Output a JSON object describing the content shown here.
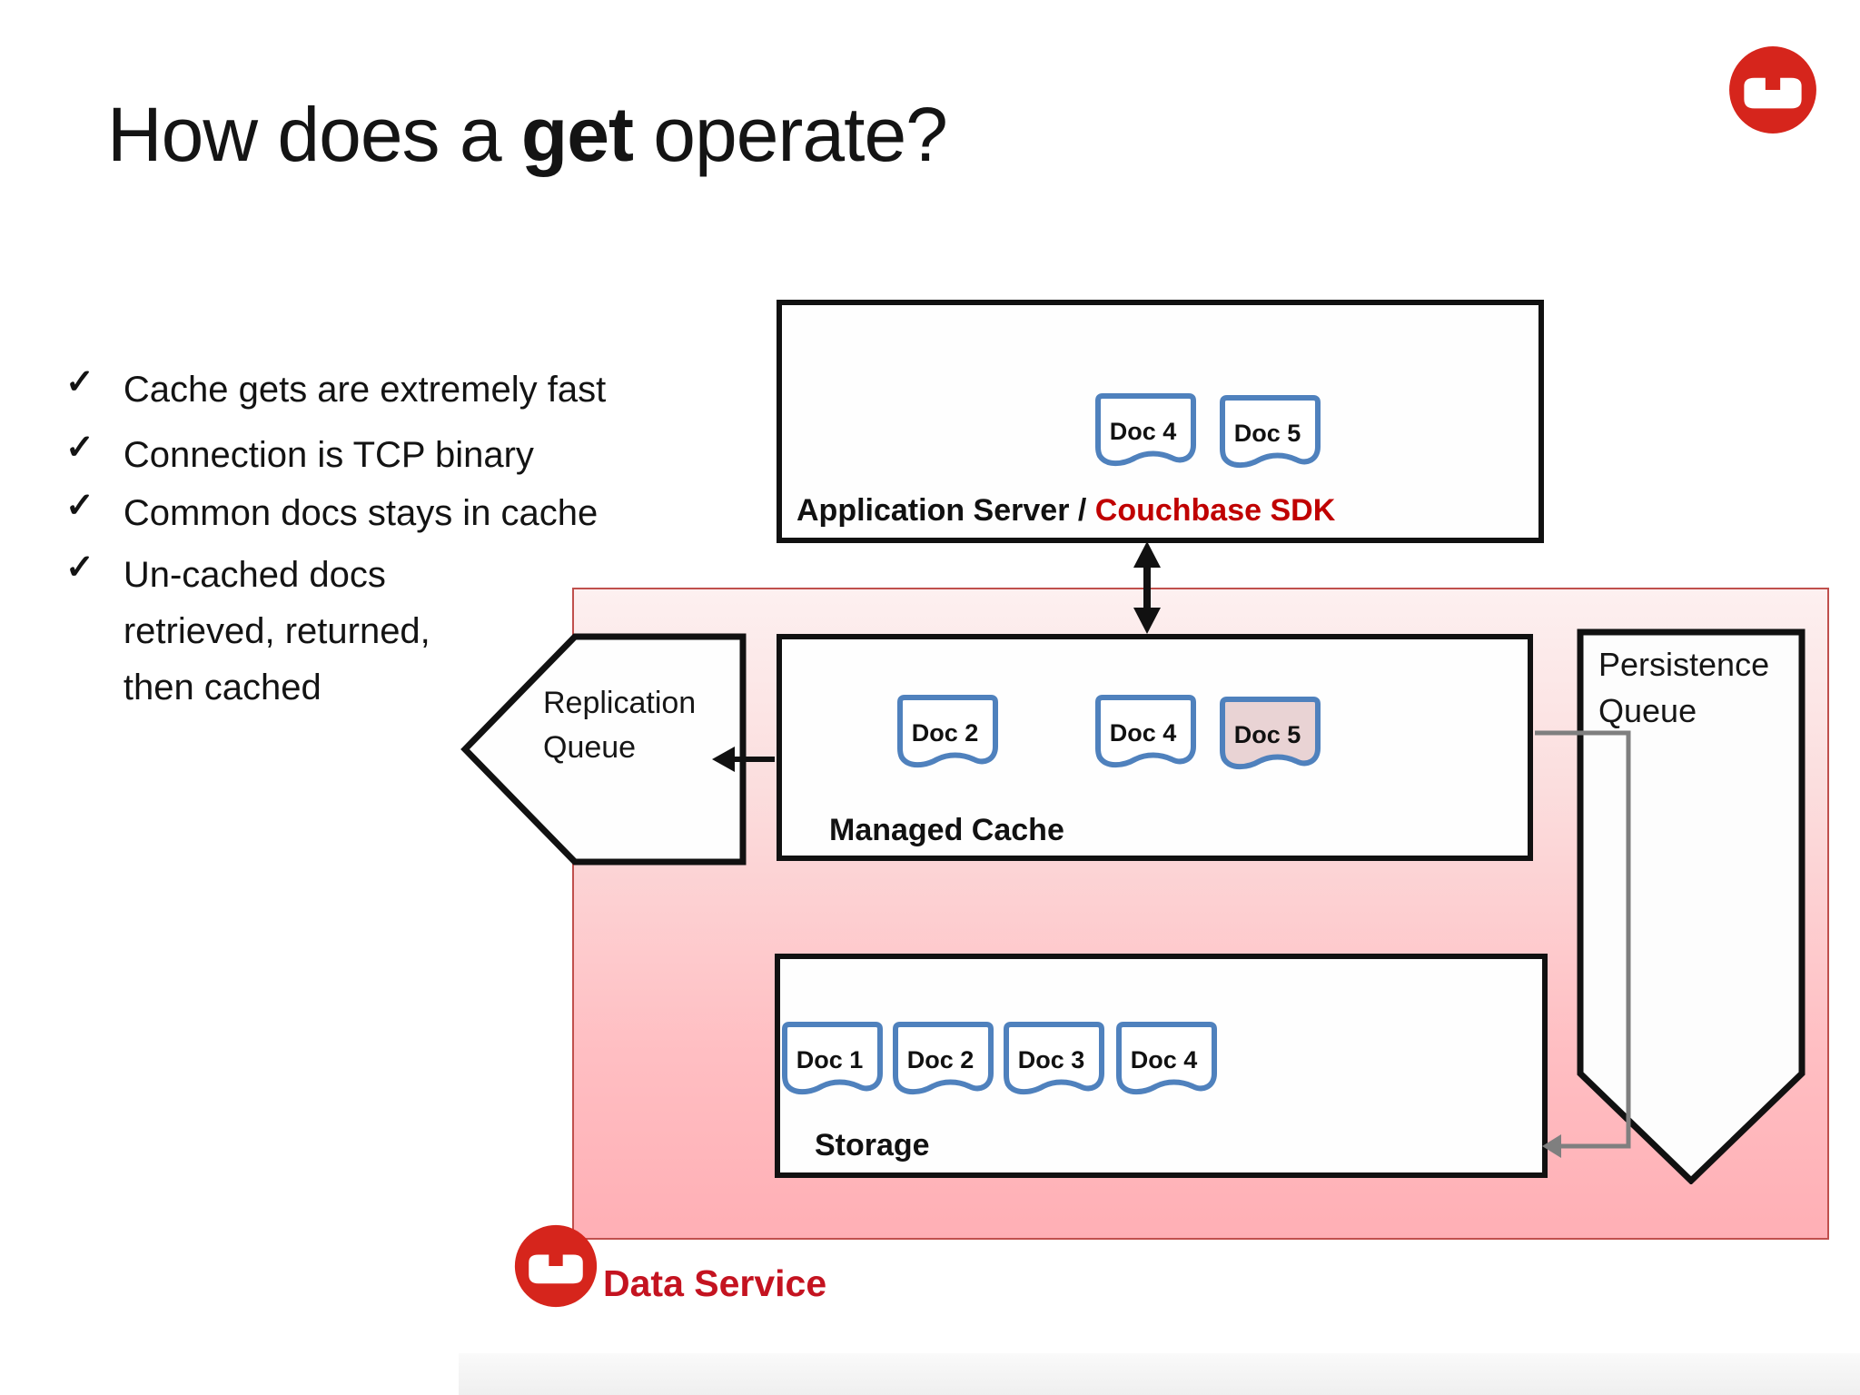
{
  "slide": {
    "title_prefix": "How does a ",
    "title_bold": "get",
    "title_suffix": " operate?",
    "check_glyph": "✓"
  },
  "bullets": [
    "Cache gets are extremely fast",
    "Connection is TCP binary",
    "Common docs stays in cache",
    "Un-cached docs retrieved, returned, then cached"
  ],
  "app_server": {
    "label_black": "Application Server / ",
    "label_red": "Couchbase SDK",
    "docs": [
      {
        "label": "Doc 4"
      },
      {
        "label": "Doc 5"
      }
    ]
  },
  "managed_cache": {
    "label": "Managed Cache",
    "docs": [
      {
        "label": "Doc 2",
        "highlighted": false
      },
      {
        "label": "Doc 4",
        "highlighted": false
      },
      {
        "label": "Doc 5",
        "highlighted": true
      }
    ]
  },
  "storage": {
    "label": "Storage",
    "docs": [
      {
        "label": "Doc 1"
      },
      {
        "label": "Doc 2"
      },
      {
        "label": "Doc 3"
      },
      {
        "label": "Doc 4"
      }
    ]
  },
  "replication_queue": {
    "label": "Replication Queue"
  },
  "persistence_queue": {
    "label": "Persistence Queue"
  },
  "data_service": {
    "label": "Data Service"
  },
  "colors": {
    "accent_red": "#c00000",
    "data_service_red": "#c41320",
    "logo_red": "#d6251c",
    "doc_border_blue": "#4f81bd",
    "cached_doc_fill": "#e9d3d4",
    "pink_region_top": "#fdf0f0",
    "pink_region_bottom": "#ffafb5",
    "pink_border": "#c0504d",
    "connector_gray": "#7f7f7f",
    "box_border": "#111111"
  }
}
